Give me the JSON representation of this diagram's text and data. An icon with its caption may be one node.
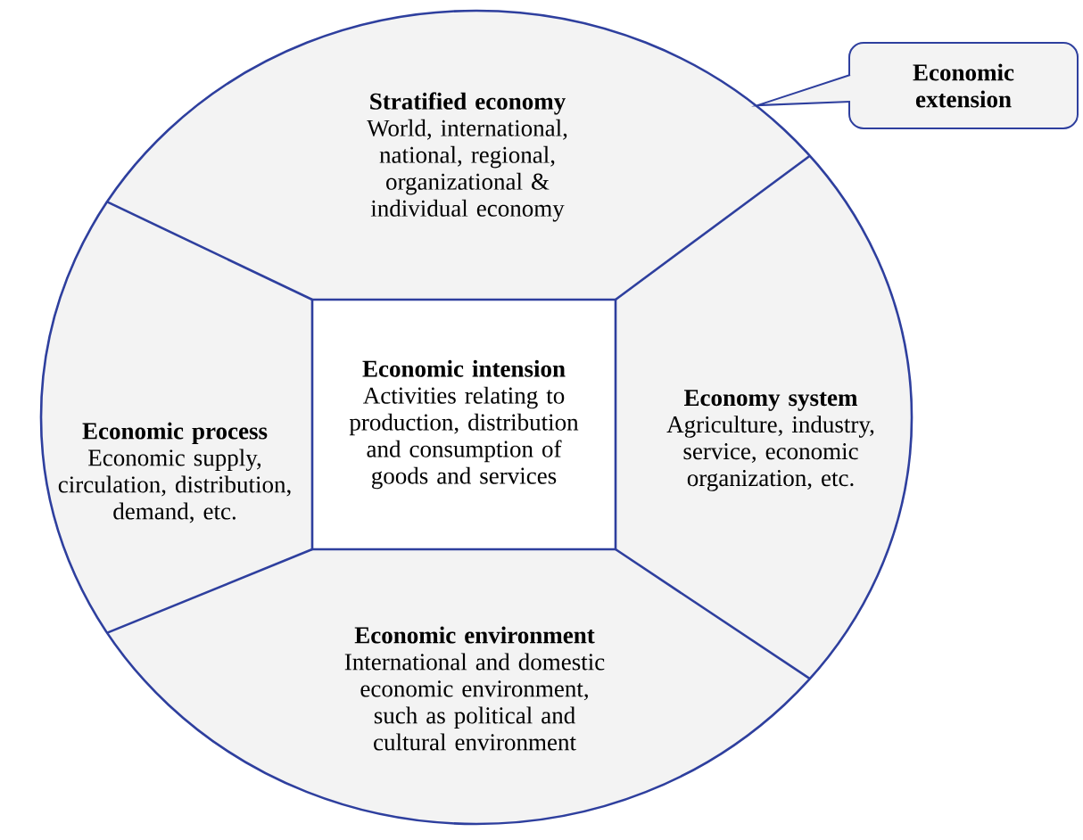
{
  "diagram": {
    "nodes": [
      {
        "text": [],
        "shape": "circle"
      },
      {
        "text": [
          "Stratified economy",
          "World, international, national, regional, organizational & individual economy"
        ],
        "in": 0
      },
      {
        "text": [
          "Economic intension",
          "Activities relating to production, distribution and consumption of goods and services"
        ],
        "in": 0
      },
      {
        "text": [
          "Economic process",
          "Economic supply, circulation, distribution, demand, etc."
        ],
        "in": 0
      },
      {
        "text": [
          "Economy system",
          "Agriculture, industry, service, economic organization, etc."
        ],
        "in": 0
      },
      {
        "text": [
          "Economic environment",
          "International and domestic economic environment, such as political and cultural environment"
        ],
        "in": 0
      },
      {
        "text": [
          "Economic extension"
        ]
      }
    ],
    "edges": [
      {
        "from": 6,
        "to": 0,
        "arrow": "none"
      }
    ]
  }
}
